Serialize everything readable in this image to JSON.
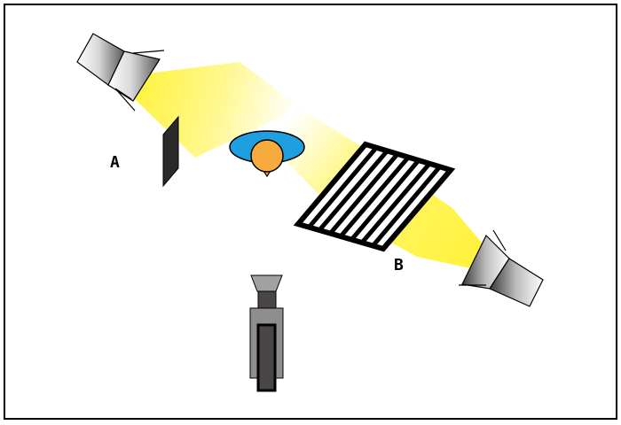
{
  "labels": {
    "a": "A",
    "b": "B"
  },
  "icons": {
    "light_left": "studio-light-icon",
    "light_right": "studio-light-icon",
    "camera": "camera-icon",
    "flag": "black-flag-card",
    "grid": "slatted-gobo-grid",
    "subject": "subject-head-icon"
  },
  "colors": {
    "beam": "#fff23a",
    "head": "#f7ab3d",
    "collar": "#1e9fe0",
    "outline": "#000000",
    "flag": "#2a2a2a",
    "camera_body": "#8e8e8e",
    "camera_dark": "#4a4646"
  }
}
